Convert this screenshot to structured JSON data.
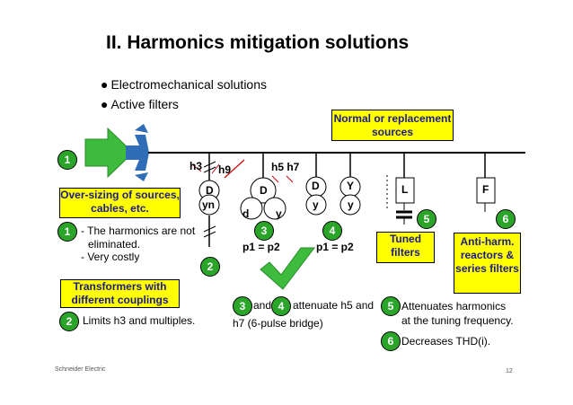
{
  "title": "II. Harmonics mitigation solutions",
  "bullets": [
    "Electromechanical solutions",
    "Active filters"
  ],
  "sources_label": "Normal or replacement sources",
  "oversizing_label": "Over-sizing of sources, cables, etc.",
  "transformers_label": "Transformers with different couplings",
  "tuned_label": "Tuned filters",
  "antiharm_label": "Anti-harm. reactors & series filters",
  "numbers": [
    "1",
    "2",
    "3",
    "4",
    "5",
    "6"
  ],
  "notes": {
    "n1_line1": "- The harmonics are not",
    "n1_line2": "eliminated.",
    "n1_line3": "- Very costly",
    "n2": "Limits h3 and multiples.",
    "n34_and": "and",
    "n34_rest": "attenuate h5 and",
    "n34_line2": "h7 (6-pulse bridge)",
    "n5_line1": "Attenuates harmonics",
    "n5_line2": "at the tuning frequency.",
    "n6": "Decreases THD(i)."
  },
  "diagram_labels": {
    "h3": "h3",
    "h9": "h9",
    "h5h7": "h5 h7",
    "t1_top": "D",
    "t1_bot": "yn",
    "t3_top": "D",
    "t3_left": "d",
    "t3_right": "y",
    "t4a_top": "D",
    "t4a_bot": "y",
    "t4b_top": "Y",
    "t4b_bot": "y",
    "p1p2_a": "p1 = p2",
    "p1p2_b": "p1 = p2",
    "L": "L",
    "F": "F"
  },
  "footer_left": "Schneider Electric",
  "footer_right": "12",
  "colors": {
    "yellow": "#ffff00",
    "green": "#2aa52a",
    "arrow_blue": "#2f6db6",
    "navy": "#1b1b8a",
    "red": "#cc0000"
  }
}
